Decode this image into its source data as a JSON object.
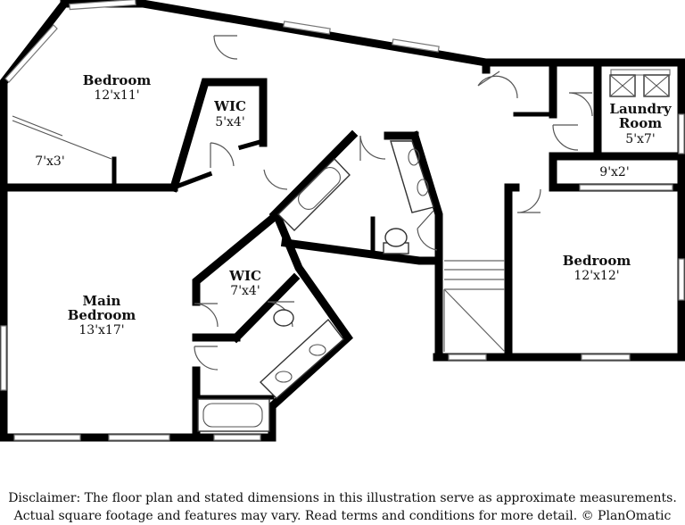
{
  "rooms": [
    {
      "name": "Bedroom",
      "dims": "12'x11'"
    },
    {
      "name": "WIC",
      "dims": "5'x4'"
    },
    {
      "name": "",
      "dims": "7'x3'"
    },
    {
      "name": "Laundry",
      "name2": "Room",
      "dims": "5'x7'"
    },
    {
      "name": "",
      "dims": "9'x2'"
    },
    {
      "name": "Bedroom",
      "dims": "12'x12'"
    },
    {
      "name": "WIC",
      "dims": "7'x4'"
    },
    {
      "name": "Main",
      "name2": "Bedroom",
      "dims": "13'x17'"
    }
  ],
  "disclaimer": {
    "line1": "Disclaimer: The floor plan and stated dimensions in this illustration serve as approximate measurements.",
    "line2": "Actual square footage and features may vary. Read terms and conditions for more detail. © PlanOmatic"
  }
}
